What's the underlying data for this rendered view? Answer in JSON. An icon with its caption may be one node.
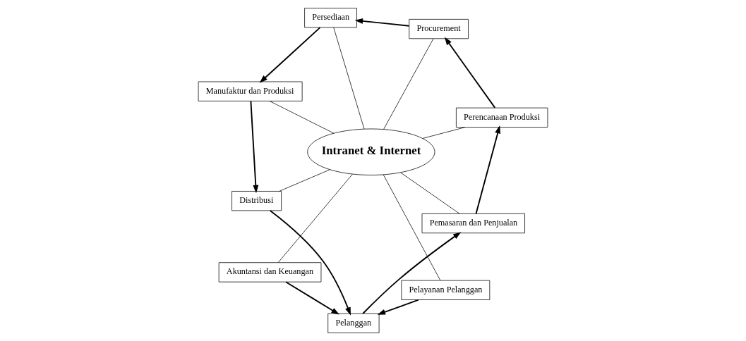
{
  "diagram": {
    "nodes": [
      {
        "text": [
          "Pelanggan"
        ]
      },
      {
        "text": [
          "Pemasaran dan Penjualan"
        ]
      },
      {
        "text": [
          "Perencanaan Produksi"
        ]
      },
      {
        "text": [
          "Procurement"
        ]
      },
      {
        "text": [
          "Persediaan"
        ]
      },
      {
        "text": [
          "Manufaktur dan Produksi"
        ]
      },
      {
        "text": [
          "Distribusi"
        ]
      },
      {
        "text": [
          "Pelayanan Pelanggan"
        ]
      },
      {
        "text": [
          "Akuntansi dan Keuangan"
        ]
      },
      {
        "text": [
          "Intranet & Internet"
        ]
      }
    ],
    "edges": [
      {
        "from": 0,
        "to": 1,
        "arrow": "to"
      },
      {
        "from": 1,
        "to": 2,
        "arrow": "to"
      },
      {
        "from": 2,
        "to": 3,
        "arrow": "to"
      },
      {
        "from": 3,
        "to": 4,
        "arrow": "to"
      },
      {
        "from": 4,
        "to": 5,
        "arrow": "to"
      },
      {
        "from": 5,
        "to": 6,
        "arrow": "to"
      },
      {
        "from": 6,
        "to": 0,
        "arrow": "to"
      },
      {
        "from": 7,
        "to": 0,
        "arrow": "to"
      },
      {
        "from": 8,
        "to": 0,
        "arrow": "to"
      },
      {
        "from": 9,
        "to": 1,
        "arrow": "none"
      },
      {
        "from": 9,
        "to": 2,
        "arrow": "none"
      },
      {
        "from": 9,
        "to": 3,
        "arrow": "none"
      },
      {
        "from": 9,
        "to": 4,
        "arrow": "none"
      },
      {
        "from": 9,
        "to": 5,
        "arrow": "none"
      },
      {
        "from": 9,
        "to": 6,
        "arrow": "none"
      },
      {
        "from": 9,
        "to": 7,
        "arrow": "none"
      },
      {
        "from": 9,
        "to": 8,
        "arrow": "none"
      }
    ]
  }
}
